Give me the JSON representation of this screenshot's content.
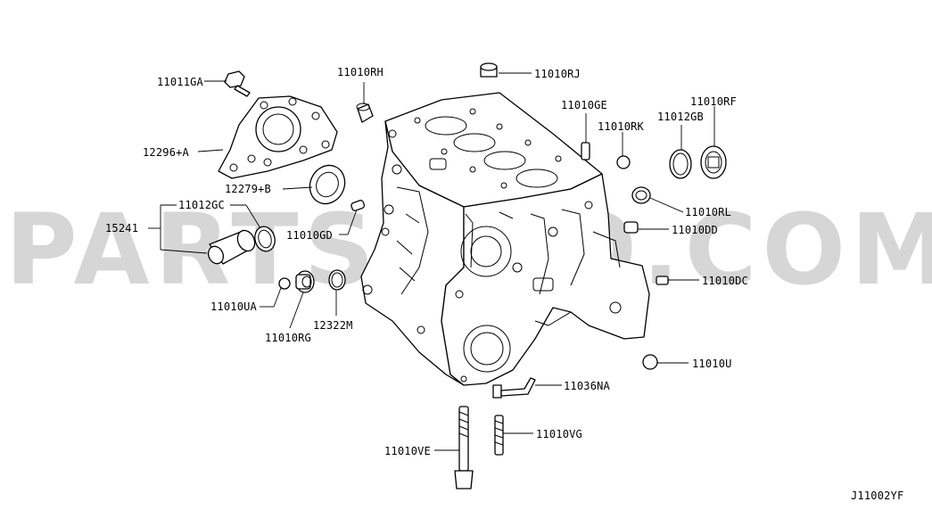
{
  "watermark": "PARTSOUQ.COM",
  "diagram_code": "J11002YF",
  "callouts": {
    "c11011GA": "11011GA",
    "c12296A": "12296+A",
    "c12279B": "12279+B",
    "c11012GC": "11012GC",
    "c15241": "15241",
    "c11010GD": "11010GD",
    "c11010UA": "11010UA",
    "c11010RG": "11010RG",
    "c12322M": "12322M",
    "c11010RH": "11010RH",
    "c11010RJ": "11010RJ",
    "c11010GE": "11010GE",
    "c11010RK": "11010RK",
    "c11012GB": "11012GB",
    "c11010RF": "11010RF",
    "c11010RL": "11010RL",
    "c11010DD": "11010DD",
    "c11010DC": "11010DC",
    "c11010U": "11010U",
    "c11036NA": "11036NA",
    "c11010VE": "11010VE",
    "c11010VG": "11010VG"
  }
}
